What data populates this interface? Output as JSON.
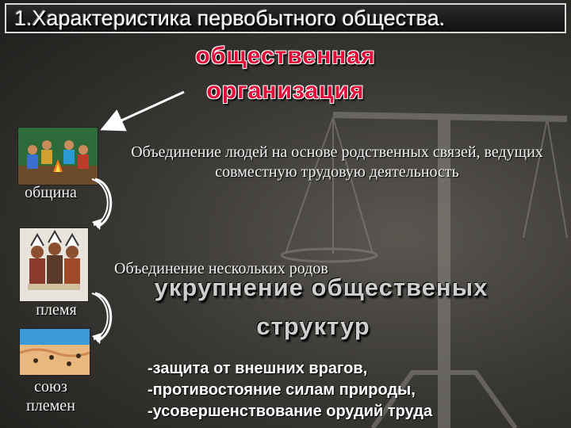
{
  "slide": {
    "title": "1.Характеристика первобытного общества.",
    "heading_line1": "общественная",
    "heading_line2": "организация",
    "community_definition": "Объединение людей на основе родственных связей, ведущих совместную трудовую деятельность",
    "tribe_definition": "Объединение нескольких родов",
    "subheading_line1": "укрупнение общественых",
    "subheading_line2": "структур",
    "labels": {
      "community": "община",
      "tribe": "племя",
      "tribal_union_line1": "союз",
      "tribal_union_line2": "племен"
    },
    "bullets": [
      "-защита от внешних врагов,",
      "-противостояние силам природы,",
      "-усовершенствование орудий труда"
    ]
  },
  "colors": {
    "heading_red": "#e0103a",
    "heading_gray": "#cfcfcf",
    "text": "#f2f2f2"
  }
}
